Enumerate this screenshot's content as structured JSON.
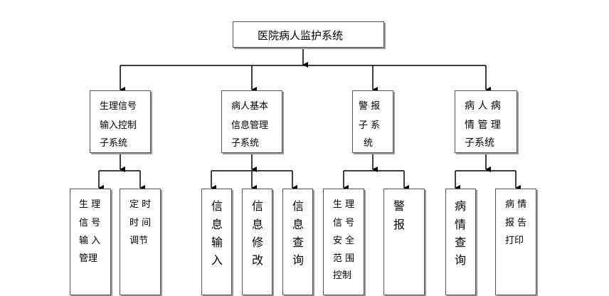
{
  "root": {
    "label": "医院病人监护系统"
  },
  "subsystems": [
    {
      "lines": [
        "生理信号",
        "输入控制",
        "子系统"
      ]
    },
    {
      "lines": [
        "病人基本",
        "信息管理",
        "子系统"
      ]
    },
    {
      "lines": [
        "警 报",
        "子 系",
        "统"
      ]
    },
    {
      "lines": [
        "病 人 病",
        "情 管 理",
        "子系统"
      ]
    }
  ],
  "leaves": [
    {
      "lines": [
        "生 理",
        "信 号",
        "输 入",
        "管理"
      ]
    },
    {
      "lines": [
        "定 时",
        "时 间",
        "调节"
      ]
    },
    {
      "lines": [
        "信",
        "息",
        "输",
        "入"
      ]
    },
    {
      "lines": [
        "信",
        "息",
        "修",
        "改"
      ]
    },
    {
      "lines": [
        "信",
        "息",
        "查",
        "询"
      ]
    },
    {
      "lines": [
        "生 理",
        "信 号",
        "安 全",
        "范 围",
        "控制"
      ]
    },
    {
      "lines": [
        "警",
        "报"
      ]
    },
    {
      "lines": [
        "病",
        "情",
        "查",
        "询"
      ]
    },
    {
      "lines": [
        "病 情",
        "报 告",
        "打印"
      ]
    }
  ]
}
